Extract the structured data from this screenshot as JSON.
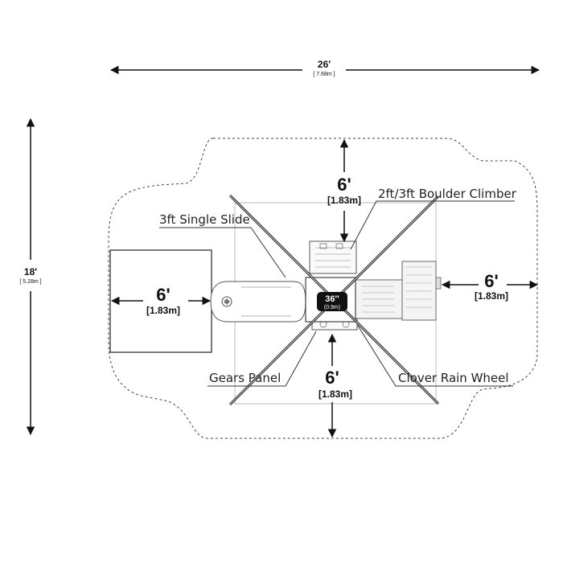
{
  "overall": {
    "width_ft": "26'",
    "width_m": "[ 7.68m ]",
    "depth_ft": "18'",
    "depth_m": "[ 5.28m ]"
  },
  "clearances": {
    "top": {
      "ft": "6'",
      "m": "[1.83m]"
    },
    "left": {
      "ft": "6'",
      "m": "[1.83m]"
    },
    "right": {
      "ft": "6'",
      "m": "[1.83m]"
    },
    "bottom": {
      "ft": "6'",
      "m": "[1.83m]"
    }
  },
  "deck_height": {
    "in": "36''",
    "m": "(0.9m)"
  },
  "callouts": {
    "boulder_climber": "2ft/3ft Boulder Climber",
    "single_slide": "3ft Single Slide",
    "gears_panel": "Gears Panel",
    "rain_wheel": "Clover Rain Wheel"
  }
}
